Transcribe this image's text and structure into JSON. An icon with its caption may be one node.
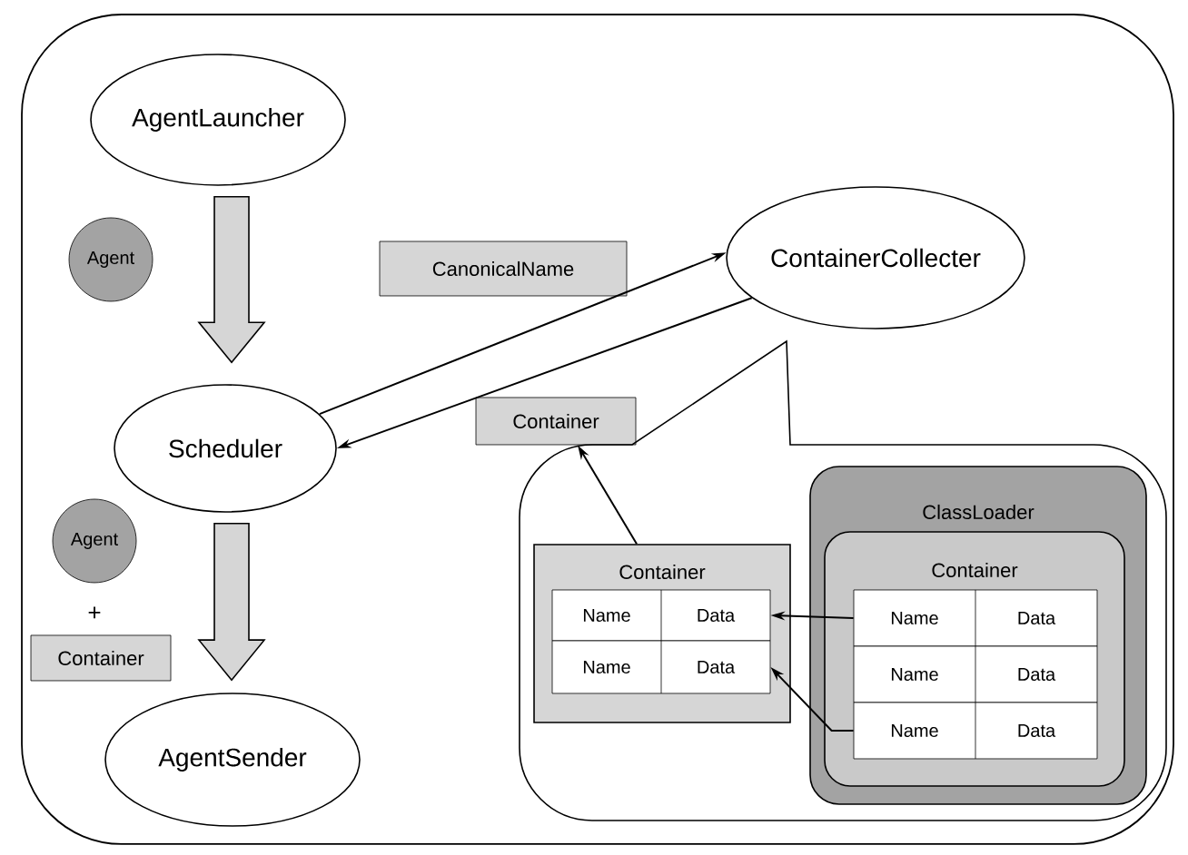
{
  "diagram": {
    "nodes": [
      {
        "text": [
          "AgentLauncher"
        ]
      },
      {
        "text": [
          "Agent"
        ]
      },
      {
        "text": [
          "CanonicalName"
        ]
      },
      {
        "text": [
          "ContainerCollecter"
        ]
      },
      {
        "text": [
          "Scheduler"
        ]
      },
      {
        "text": [
          "Container"
        ]
      },
      {
        "text": [
          "Agent"
        ]
      },
      {
        "text": [
          "Container"
        ]
      },
      {
        "text": [
          "AgentSender"
        ]
      },
      {
        "text": [],
        "shape": "bubble"
      },
      {
        "text": [
          "Container"
        ],
        "in": 9
      },
      {
        "text": [
          "Name",
          "Data"
        ],
        "in": 10
      },
      {
        "text": [
          "Name",
          "Data"
        ],
        "in": 10
      },
      {
        "text": [
          "ClassLoader"
        ],
        "in": 9
      },
      {
        "text": [
          "Container"
        ],
        "in": 13
      },
      {
        "text": [
          "Name",
          "Data"
        ],
        "in": 14
      },
      {
        "text": [
          "Name",
          "Data"
        ],
        "in": 14
      },
      {
        "text": [
          "Name",
          "Data"
        ],
        "in": 14
      }
    ],
    "edges": [
      {
        "from": 0,
        "to": 4,
        "arrow": "to",
        "style": "thick"
      },
      {
        "from": 4,
        "to": 8,
        "arrow": "to",
        "style": "thick"
      },
      {
        "from": 4,
        "to": 3,
        "arrow": "to"
      },
      {
        "from": 3,
        "to": 4,
        "arrow": "to"
      },
      {
        "from": 10,
        "to": 5,
        "arrow": "to"
      },
      {
        "from": 15,
        "to": 11,
        "arrow": "to"
      },
      {
        "from": 17,
        "to": 12,
        "arrow": "to"
      }
    ],
    "labels": [
      "+"
    ]
  }
}
